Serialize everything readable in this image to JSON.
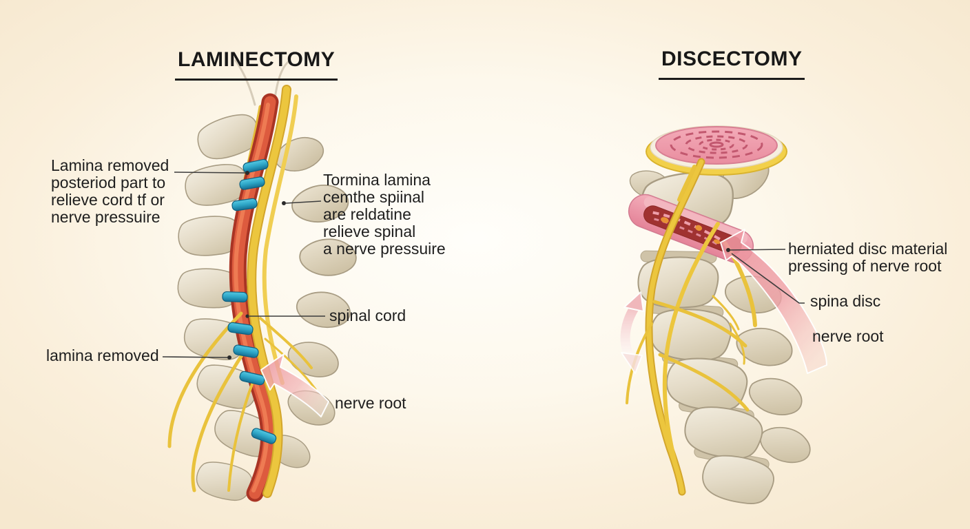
{
  "panels": {
    "laminectomy": {
      "title": "LAMINECTOMY",
      "labels": {
        "lamina_removed_description": "Lamina removed\nposteriod part to\nrelieve cord tf or\nnerve pressuire",
        "lamina_note": "Tormina lamina\ncemthe spiinal\nare reldatine\nrelieve spinal\na nerve pressuire",
        "spinal_cord": "spinal cord",
        "lamina_removed": "lamina removed",
        "nerve_root": "nerve root"
      }
    },
    "discectomy": {
      "title": "DISCECTOMY",
      "labels": {
        "herniated_disc": "herniated disc material\npressing of nerve root",
        "spinal_disc": "spina disc",
        "nerve_root": "nerve root"
      }
    }
  },
  "colors": {
    "background_edge": "#f6e8cf",
    "background_center": "#fffefa",
    "bone": "#e6ddca",
    "bone_outline": "#a89c83",
    "spinal_cord_red": "#d84f37",
    "nerve_yellow": "#ecc63e",
    "lamina_clip_teal": "#2da5c6",
    "disc_pink": "#ef9fae",
    "disc_ring_yellow": "#f2d04a",
    "herniation_red": "#a03231",
    "nerve_root_arrow_pink": "#f0a2a9",
    "leader_line": "#3c3c3c",
    "text": "#1e1e1e"
  }
}
